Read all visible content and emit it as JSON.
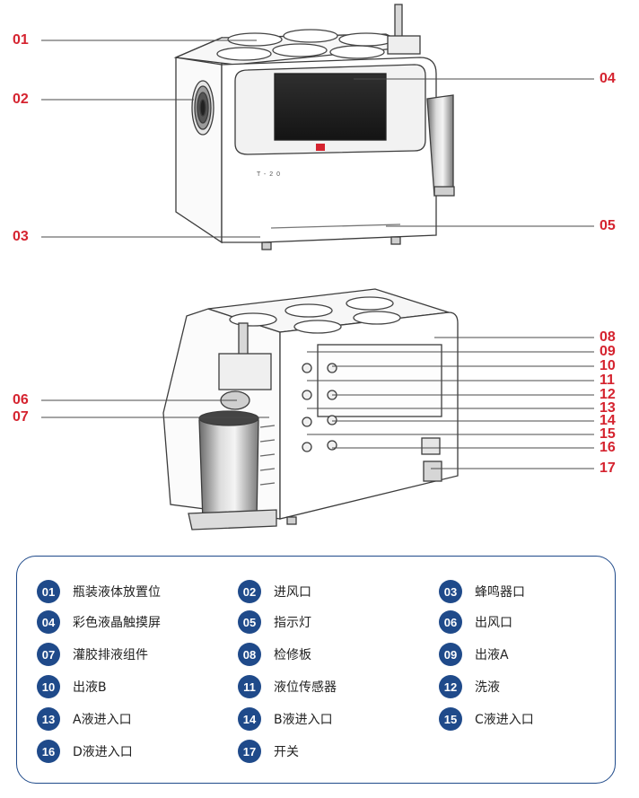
{
  "diagram": {
    "panel_text": "T-20",
    "callouts": [
      "01",
      "02",
      "03",
      "04",
      "05",
      "06",
      "07",
      "08",
      "09",
      "10",
      "11",
      "12",
      "13",
      "14",
      "15",
      "16",
      "17"
    ]
  },
  "legend": {
    "items": [
      {
        "num": "01",
        "label": "瓶装液体放置位"
      },
      {
        "num": "02",
        "label": "进风口"
      },
      {
        "num": "03",
        "label": "蜂鸣器口"
      },
      {
        "num": "04",
        "label": "彩色液晶触摸屏"
      },
      {
        "num": "05",
        "label": "指示灯"
      },
      {
        "num": "06",
        "label": "出风口"
      },
      {
        "num": "07",
        "label": "灌胶排液组件"
      },
      {
        "num": "08",
        "label": "检修板"
      },
      {
        "num": "09",
        "label": "出液A"
      },
      {
        "num": "10",
        "label": "出液B"
      },
      {
        "num": "11",
        "label": "液位传感器"
      },
      {
        "num": "12",
        "label": "洗液"
      },
      {
        "num": "13",
        "label": "A液进入口"
      },
      {
        "num": "14",
        "label": "B液进入口"
      },
      {
        "num": "15",
        "label": "C液进入口"
      },
      {
        "num": "16",
        "label": "D液进入口"
      },
      {
        "num": "17",
        "label": "开关"
      }
    ]
  },
  "colors": {
    "callout": "#d5232f",
    "badge": "#1f4a8a",
    "border": "#1f4a8a",
    "line": "#4a4a4a"
  }
}
